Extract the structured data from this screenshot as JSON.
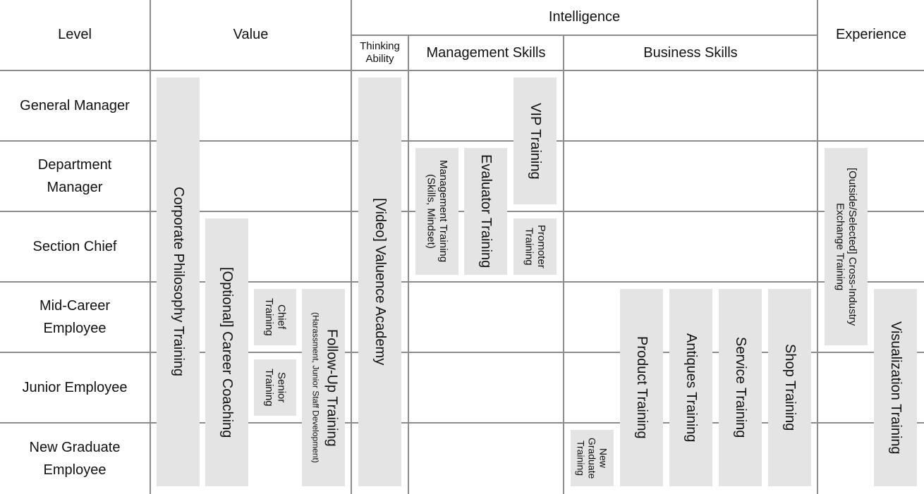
{
  "headers": {
    "level": "Level",
    "value": "Value",
    "intelligence": "Intelligence",
    "thinking_ability": "Thinking Ability",
    "management_skills": "Management Skills",
    "business_skills": "Business Skills",
    "experience": "Experience"
  },
  "levels": [
    "General Manager",
    "Department Manager",
    "Section Chief",
    "Mid-Career Employee",
    "Junior Employee",
    "New Graduate Employee"
  ],
  "programs": {
    "corporate_philosophy": "Corporate Philosophy Training",
    "career_coaching": "[Optional] Career Coaching",
    "chief_training": "Chief Training",
    "senior_training": "Senior Training",
    "follow_up": "Follow-Up Training",
    "follow_up_sub": "(Harassment, Junior Staff Development)",
    "valuence_academy": "[Video] Valuence Academy",
    "management_training": "Management Training",
    "management_training_sub": "(Skills, Mindset)",
    "evaluator_training": "Evaluator Training",
    "vip_training": "VIP Training",
    "promoter_training": "Promoter Training",
    "new_graduate_training": "New Graduate Training",
    "product_training": "Product Training",
    "antiques_training": "Antiques Training",
    "service_training": "Service Training",
    "shop_training": "Shop Training",
    "cross_industry": "[Outside/Selected] Cross-Industry Exchange Training",
    "visualization_training": "Visualization Training"
  },
  "colors": {
    "box_fill": "#e4e4e4",
    "grid_line": "#8c8c8c"
  }
}
